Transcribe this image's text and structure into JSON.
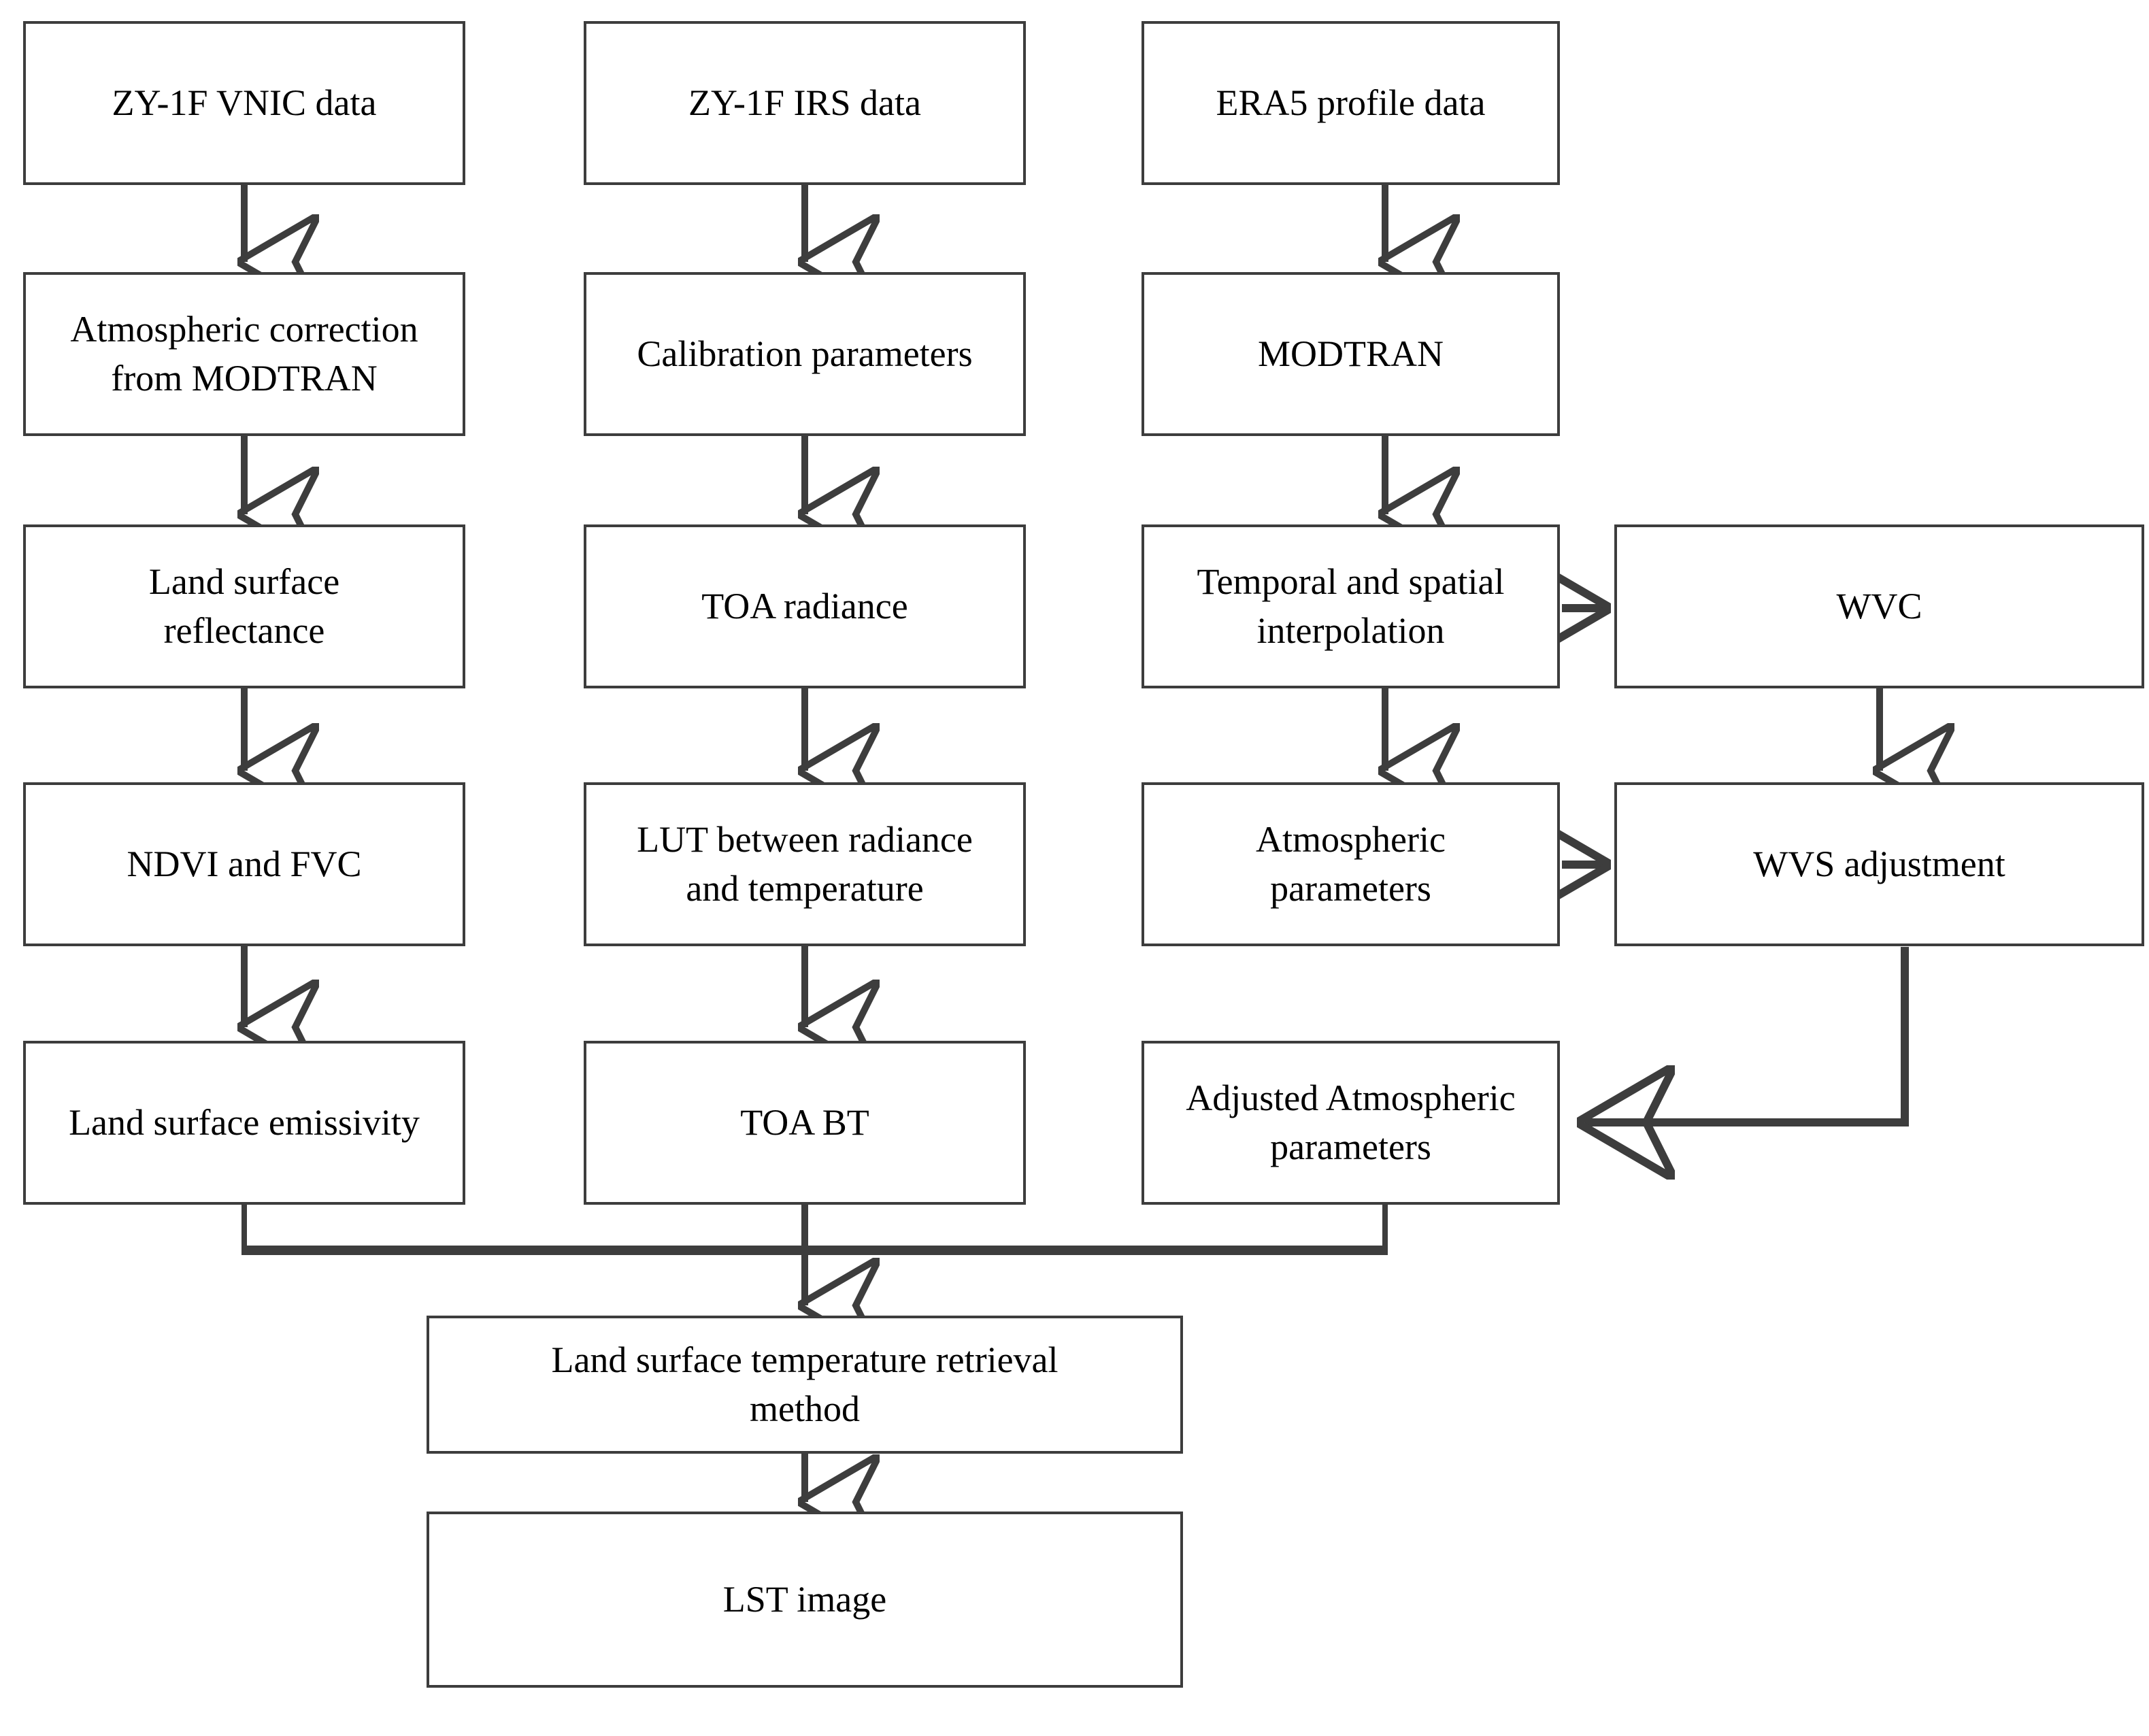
{
  "diagram": {
    "type": "flowchart",
    "title": "",
    "orientation": "top-to-bottom, three parallel input columns merging into a single retrieval chain",
    "stroke_color": "#3d3d3d",
    "background_color": "#ffffff",
    "text_color": "#000000",
    "nodes": [
      {
        "id": "vnic_data",
        "label": "ZY-1F VNIC data",
        "column": 1,
        "row": 1
      },
      {
        "id": "atmo_correction",
        "label": "Atmospheric correction\nfrom MODTRAN",
        "column": 1,
        "row": 2
      },
      {
        "id": "lsr",
        "label": "Land surface\nreflectance",
        "column": 1,
        "row": 3
      },
      {
        "id": "ndvi_fvc",
        "label": "NDVI and FVC",
        "column": 1,
        "row": 4
      },
      {
        "id": "lse",
        "label": "Land surface emissivity",
        "column": 1,
        "row": 5
      },
      {
        "id": "irs_data",
        "label": "ZY-1F IRS data",
        "column": 2,
        "row": 1
      },
      {
        "id": "calib_params",
        "label": "Calibration parameters",
        "column": 2,
        "row": 2
      },
      {
        "id": "toa_radiance",
        "label": "TOA radiance",
        "column": 2,
        "row": 3
      },
      {
        "id": "lut",
        "label": "LUT between radiance\nand temperature",
        "column": 2,
        "row": 4
      },
      {
        "id": "toa_bt",
        "label": "TOA BT",
        "column": 2,
        "row": 5
      },
      {
        "id": "era5_profile",
        "label": "ERA5 profile data",
        "column": 3,
        "row": 1
      },
      {
        "id": "modtran",
        "label": "MODTRAN",
        "column": 3,
        "row": 2
      },
      {
        "id": "interpolation",
        "label": "Temporal and spatial\ninterpolation",
        "column": 3,
        "row": 3
      },
      {
        "id": "atmo_params",
        "label": "Atmospheric\nparameters",
        "column": 3,
        "row": 4
      },
      {
        "id": "adj_atmo_params",
        "label": "Adjusted Atmospheric\nparameters",
        "column": 3,
        "row": 5
      },
      {
        "id": "wvc",
        "label": "WVC",
        "column": 4,
        "row": 3
      },
      {
        "id": "wvs_adjustment",
        "label": "WVS adjustment",
        "column": 4,
        "row": 4
      },
      {
        "id": "lst_method",
        "label": "Land surface temperature retrieval\nmethod",
        "column": "center",
        "row": 6
      },
      {
        "id": "lst_image",
        "label": "LST image",
        "column": "center",
        "row": 7
      }
    ],
    "edges": [
      {
        "from": "vnic_data",
        "to": "atmo_correction",
        "kind": "vertical-arrow"
      },
      {
        "from": "atmo_correction",
        "to": "lsr",
        "kind": "vertical-arrow"
      },
      {
        "from": "lsr",
        "to": "ndvi_fvc",
        "kind": "vertical-arrow"
      },
      {
        "from": "ndvi_fvc",
        "to": "lse",
        "kind": "vertical-arrow"
      },
      {
        "from": "irs_data",
        "to": "calib_params",
        "kind": "vertical-arrow"
      },
      {
        "from": "calib_params",
        "to": "toa_radiance",
        "kind": "vertical-arrow"
      },
      {
        "from": "toa_radiance",
        "to": "lut",
        "kind": "vertical-arrow"
      },
      {
        "from": "lut",
        "to": "toa_bt",
        "kind": "vertical-arrow"
      },
      {
        "from": "era5_profile",
        "to": "modtran",
        "kind": "vertical-arrow"
      },
      {
        "from": "modtran",
        "to": "interpolation",
        "kind": "vertical-arrow"
      },
      {
        "from": "interpolation",
        "to": "atmo_params",
        "kind": "vertical-arrow"
      },
      {
        "from": "interpolation",
        "to": "wvc",
        "kind": "horizontal-arrow"
      },
      {
        "from": "wvc",
        "to": "wvs_adjustment",
        "kind": "vertical-arrow"
      },
      {
        "from": "atmo_params",
        "to": "wvs_adjustment",
        "kind": "horizontal-arrow"
      },
      {
        "from": "wvs_adjustment",
        "to": "adj_atmo_params",
        "kind": "elbow-arrow-left"
      },
      {
        "from": "lse",
        "to": "lst_method",
        "kind": "merge-bus"
      },
      {
        "from": "toa_bt",
        "to": "lst_method",
        "kind": "merge-bus"
      },
      {
        "from": "adj_atmo_params",
        "to": "lst_method",
        "kind": "merge-bus"
      },
      {
        "from": "lst_method",
        "to": "lst_image",
        "kind": "vertical-arrow"
      }
    ]
  }
}
